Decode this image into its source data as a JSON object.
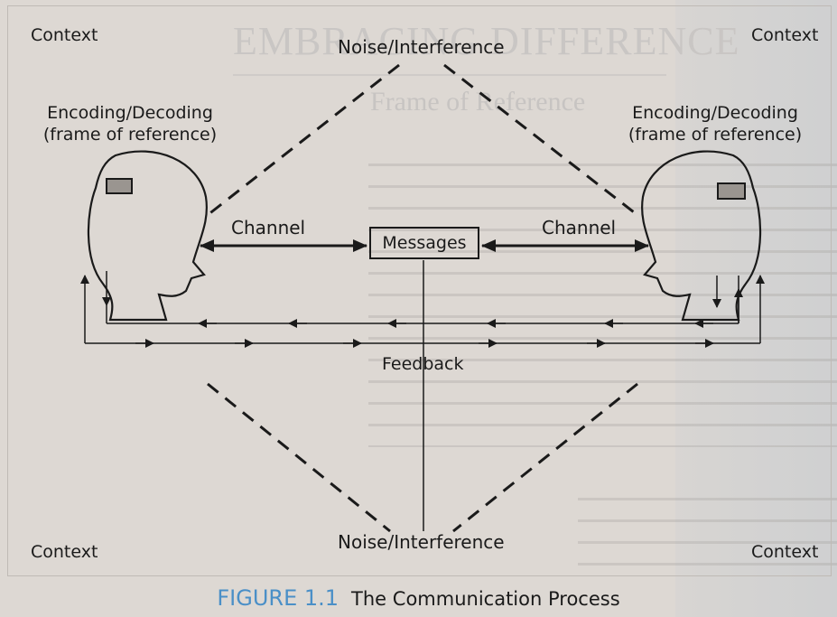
{
  "labels": {
    "context_tl": "Context",
    "context_tr": "Context",
    "context_bl": "Context",
    "context_br": "Context",
    "noise_top": "Noise/Interference",
    "noise_bottom": "Noise/Interference",
    "encoding_left_line1": "Encoding/Decoding",
    "encoding_left_line2": "(frame of reference)",
    "encoding_right_line1": "Encoding/Decoding",
    "encoding_right_line2": "(frame of reference)",
    "channel_left": "Channel",
    "channel_right": "Channel",
    "messages": "Messages",
    "feedback": "Feedback"
  },
  "caption": {
    "figure": "FIGURE 1.1",
    "title": "The Communication Process"
  },
  "background_text": {
    "title": "EMBRACING DIFFERENCE",
    "heading": "Frame of Reference"
  },
  "colors": {
    "caption_accent": "#4a8fc7",
    "ink": "#1a1a1a",
    "page": "#ddd8d3"
  }
}
